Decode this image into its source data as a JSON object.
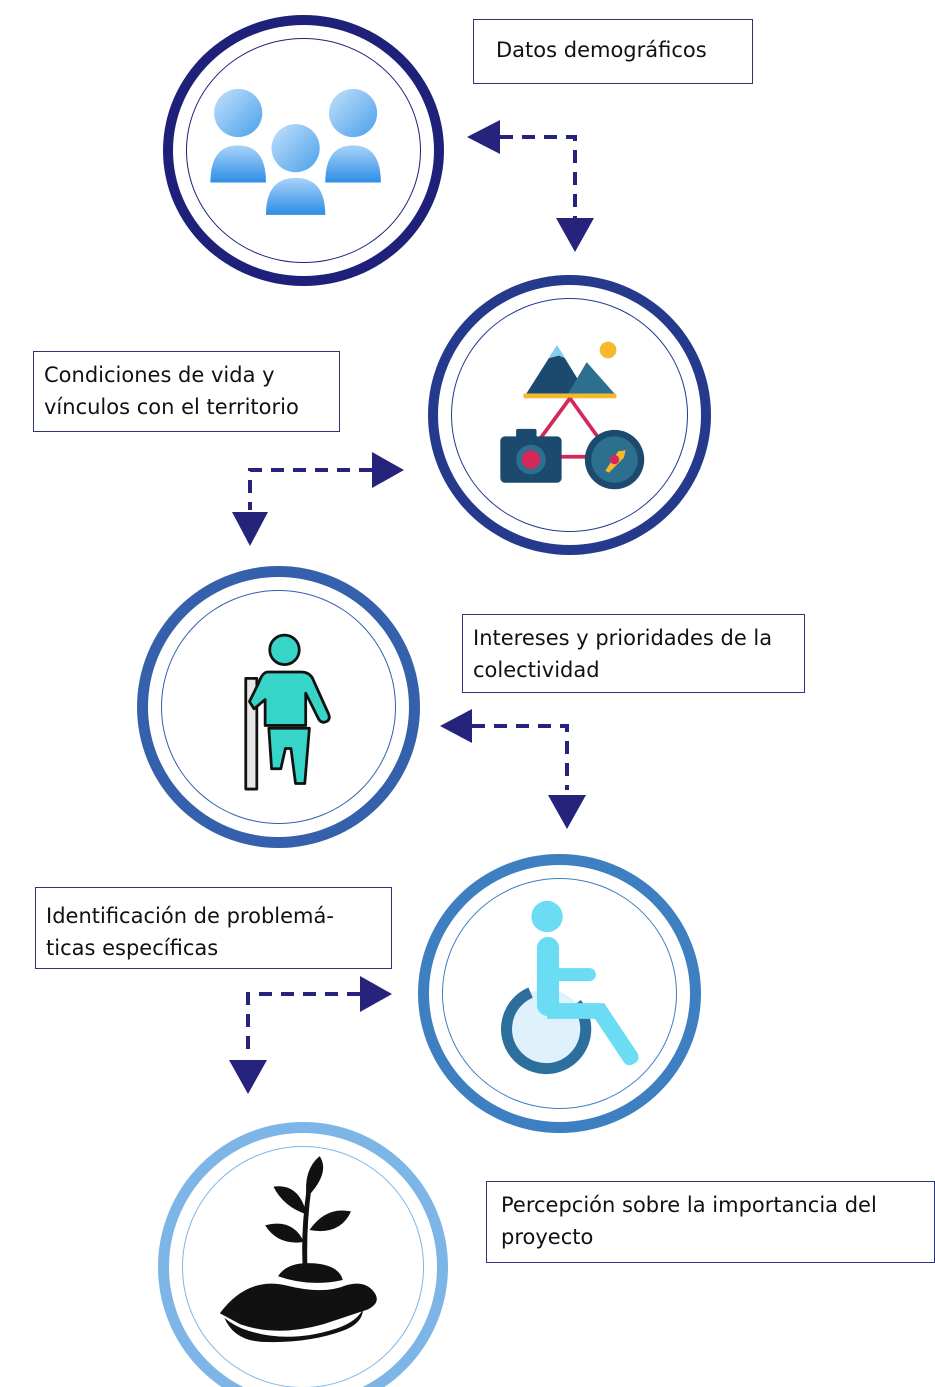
{
  "steps": [
    {
      "label": "Datos demográficos",
      "icon": "people-group-icon",
      "ring_color": "#1f2079"
    },
    {
      "label": "Condiciones de vida y\nvínculos con el territorio",
      "icon": "mountain-camera-compass-icon",
      "ring_color": "#253a8c"
    },
    {
      "label": "Intereses y prioridades de la\ncolectividad",
      "icon": "person-crutch-icon",
      "ring_color": "#3560ab"
    },
    {
      "label": "Identificación de problemá-\nticas específicas",
      "icon": "wheelchair-icon",
      "ring_color": "#3d7fc1"
    },
    {
      "label": "Percepción sobre la importancia del\nproyecto",
      "icon": "hand-plant-icon",
      "ring_color": "#7db6e6"
    }
  ],
  "colors": {
    "arrow": "#26237d",
    "box_border": "#2e3277",
    "text": "#111111"
  }
}
